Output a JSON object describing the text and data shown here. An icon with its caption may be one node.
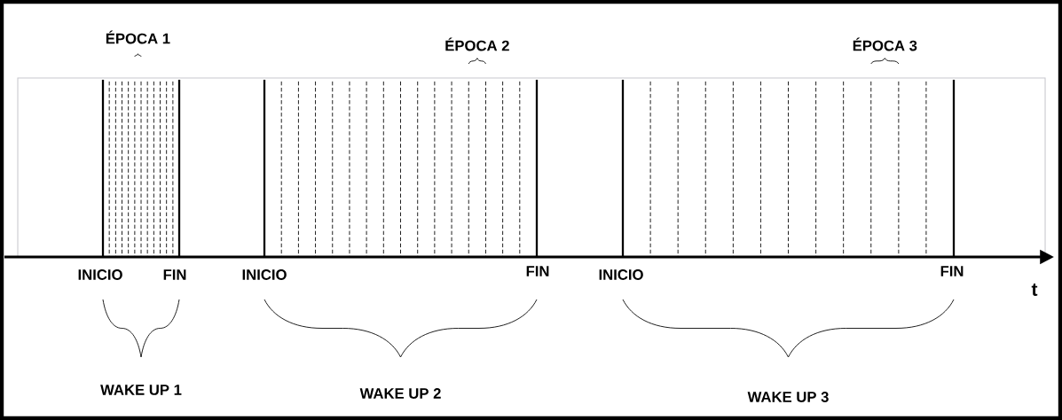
{
  "diagram": {
    "labels": [
      "ÉPOCA 1",
      "ÉPOCA 2",
      "ÉPOCA 3",
      "INICIO",
      "FIN",
      "INICIO",
      "FIN",
      "INICIO",
      "FIN",
      "t",
      "WAKE UP 1",
      "WAKE UP 2",
      "WAKE UP 3"
    ]
  }
}
